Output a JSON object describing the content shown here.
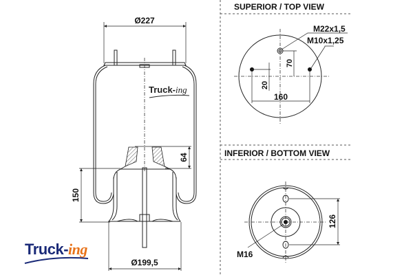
{
  "brand": {
    "logo_main": "Truck-",
    "logo_suffix": "ing",
    "primary_color": "#1a2a78",
    "accent_color": "#e8731a"
  },
  "side_view": {
    "dim_top_diameter": "Ø227",
    "dim_bottom_diameter": "Ø199,5",
    "dim_piston_height": "64",
    "dim_height": "150"
  },
  "top_view": {
    "title": "SUPERIOR / TOP VIEW",
    "thread_center": "M22x1,5",
    "thread_studs": "M10x1,25",
    "dim_offset_y": "70",
    "dim_offset_small": "20",
    "dim_stud_spacing": "160"
  },
  "bottom_view": {
    "title": "INFERIOR / BOTTOM VIEW",
    "dim_hole_spacing": "126",
    "thread_center": "M16"
  }
}
